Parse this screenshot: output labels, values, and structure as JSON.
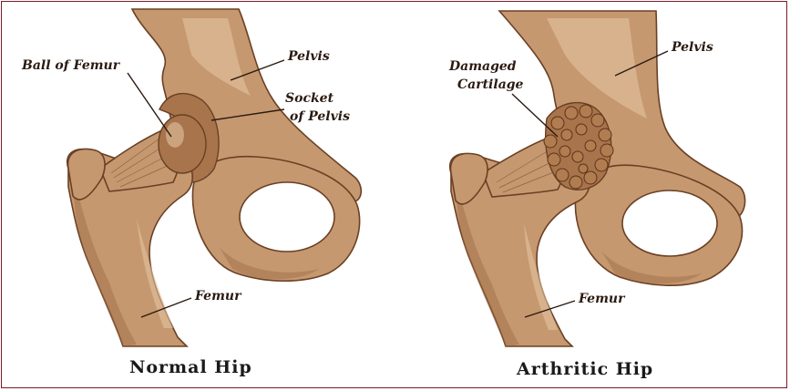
{
  "normal": {
    "caption": "Normal Hip",
    "labels": {
      "ball": "Ball of Femur",
      "pelvis": "Pelvis",
      "socket_line1": "Socket",
      "socket_line2": "of Pelvis",
      "femur": "Femur"
    }
  },
  "arthritic": {
    "caption": "Arthritic Hip",
    "labels": {
      "damaged_line1": "Damaged",
      "damaged_line2": "Cartilage",
      "pelvis": "Pelvis",
      "femur": "Femur"
    }
  },
  "colors": {
    "frame": "#7a1a2c",
    "bone": "#c69870",
    "bone_outline": "#6a4024"
  }
}
